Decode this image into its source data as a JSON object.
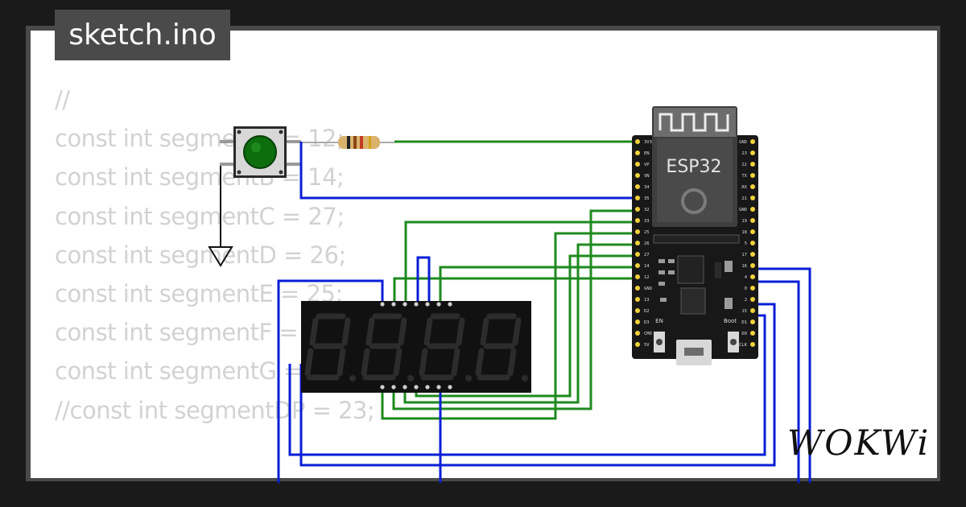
{
  "tab": {
    "label": "sketch.ino"
  },
  "code_lines": [
    "//",
    "const int segmentA = 12;",
    "const int segmentB = 14;",
    "const int segmentC = 27;",
    "const int segmentD = 26;",
    "const int segmentE = 25;",
    "const int segmentF = 33;",
    "const int segmentG = 32;",
    "//const int segmentDP = 23;",
    "",
    "//"
  ],
  "board": {
    "label": "ESP32",
    "en_label": "EN",
    "boot_label": "Boot",
    "left_pins": [
      "3V3",
      "EN",
      "VP",
      "VN",
      "34",
      "35",
      "32",
      "33",
      "25",
      "26",
      "27",
      "14",
      "12",
      "GND",
      "13",
      "D2",
      "D3",
      "CMD",
      "5V"
    ],
    "right_pins": [
      "GND",
      "23",
      "22",
      "TX",
      "RX",
      "21",
      "GND",
      "19",
      "18",
      "5",
      "17",
      "16",
      "4",
      "0",
      "2",
      "15",
      "D1",
      "D0",
      "CLK"
    ]
  },
  "brand": {
    "logo_text": "WOKWi"
  },
  "colors": {
    "background": "#1a1a1a",
    "frame": "#4a4a4a",
    "wire_green": "#1e8a1e",
    "wire_blue": "#0a1ed6",
    "code_text": "#d2d2d2"
  }
}
